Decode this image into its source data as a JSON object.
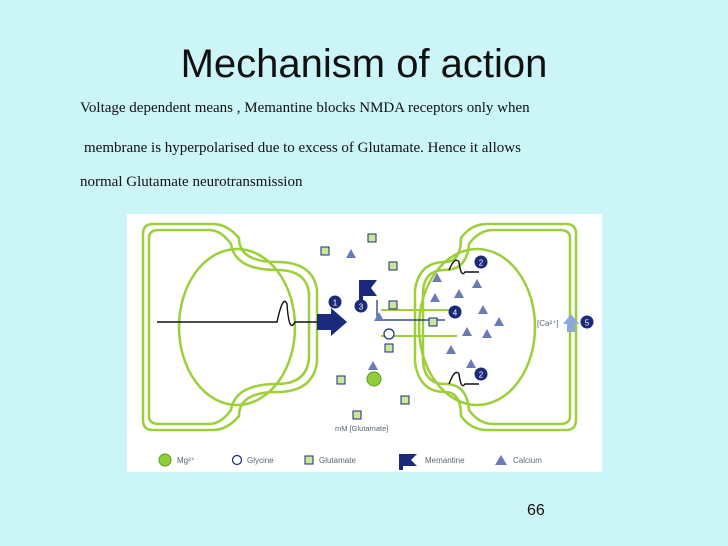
{
  "slide": {
    "title": "Mechanism of action",
    "body_lines": [
      "Voltage dependent means , Memantine blocks NMDA receptors only when",
      " membrane is hyperpolarised due to excess of Glutamate. Hence it allows",
      "normal Glutamate neurotransmission"
    ],
    "page_number": "66"
  },
  "figure": {
    "colors": {
      "membrane": "#9ccf3a",
      "marker": "#1a2a78",
      "arrow": "#1b2a7a",
      "magnesium": "#8ccf3a",
      "glutamate_fill": "#c9e79a",
      "calcium": "#6b7bb8",
      "ca_arrow": "#8aa8d8"
    },
    "step_markers": [
      "1",
      "2",
      "3",
      "4",
      "5"
    ],
    "ca_label": "[Ca²⁺]",
    "axis_label": "mM [Glutamate]",
    "legend": [
      {
        "icon": "magnesium-circle",
        "label": "Mg²⁺"
      },
      {
        "icon": "glycine-circle",
        "label": "Glycine"
      },
      {
        "icon": "glutamate-square",
        "label": "Glutamate"
      },
      {
        "icon": "memantine-flag",
        "label": "Memantine"
      },
      {
        "icon": "calcium-triangle",
        "label": "Calcium"
      }
    ]
  }
}
